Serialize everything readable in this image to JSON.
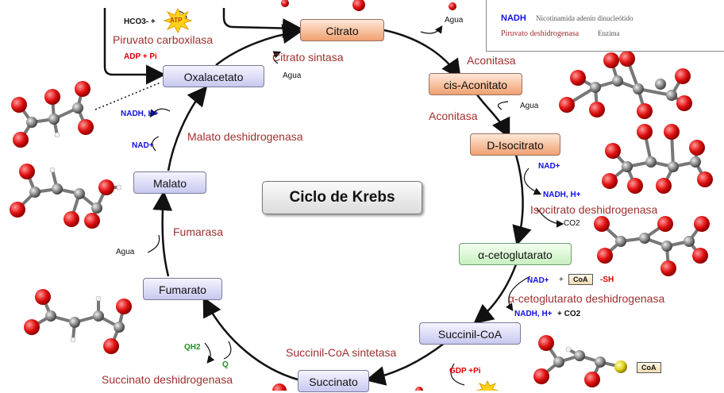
{
  "title": "Ciclo de Krebs",
  "compounds": {
    "citrato": "Citrato",
    "cis_aconitato": "cis-Aconitato",
    "isocitrato": "D-Isocitrato",
    "cetoglutarato": "α-cetoglutarato",
    "succinil_coa": "Succinil-CoA",
    "succinato": "Succinato",
    "fumarato": "Fumarato",
    "malato": "Malato",
    "oxalacetato": "Oxalacetato"
  },
  "enzymes": {
    "citrato_sintasa": "Citrato sintasa",
    "aconitasa_1": "Aconitasa",
    "aconitasa_2": "Aconitasa",
    "isocitrato_dh": "Isocitrato deshidrogenasa",
    "cetoglutarato_dh": "α-cetoglutarato deshidrogenasa",
    "succinil_coa_sintetasa": "Succinil-CoA sintetasa",
    "succinato_dh": "Succinato deshidrogenasa",
    "fumarasa": "Fumarasa",
    "malato_dh": "Malato deshidrogenasa",
    "piruvato_carboxilasa": "Piruvato carboxilasa"
  },
  "cofactors": {
    "agua_citrato": "Agua",
    "agua_top": "Agua",
    "agua_aconitasa": "Agua",
    "agua_fumarasa": "Agua",
    "nad_iso": "NAD+",
    "nadh_iso": "NADH, H+",
    "co2_iso": "CO2",
    "nad_ceto": "NAD+",
    "plus_ceto": "+",
    "coa_ceto": "CoA",
    "sh_ceto": "-SH",
    "nadh_ceto": "NADH, H+",
    "co2_ceto": "+ CO2",
    "gdp": "GDP +Pi",
    "qh2": "QH2",
    "q": "Q",
    "nadh_malato": "NADH, H+",
    "nad_malato": "NAD+",
    "hco3": "HCO3- +",
    "atp": "ATP",
    "adp": "ADP + Pi",
    "coa_right": "CoA"
  },
  "legend": {
    "nadh_key": "NADH",
    "nadh_value": "Nicotinamida adenín dinucleótido",
    "enzyme_example": "Piruvato deshidrogenasa",
    "enzyme_value": "Enzima"
  },
  "colors": {
    "enzyme": "#a03030",
    "cofactor_blue": "#1010e0",
    "oxygen_red": "#e00000",
    "quinone_green": "#209020",
    "node_blue": "#c8c8f0",
    "node_orange": "#f0a070",
    "node_green": "#c8f0c0"
  }
}
